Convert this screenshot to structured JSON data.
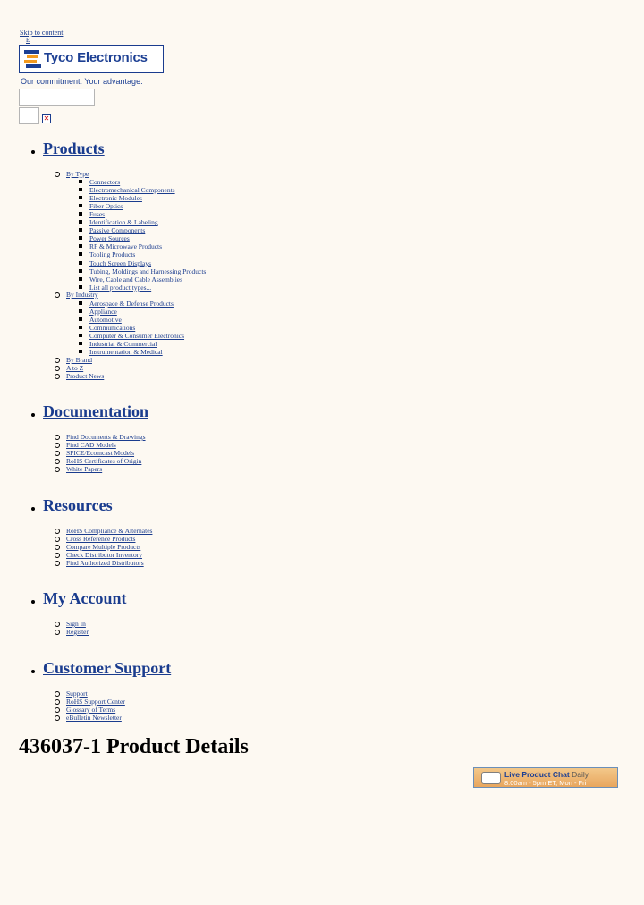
{
  "header": {
    "skip_link": "Skip to content",
    "tiny_link": "E",
    "logo_text": "Tyco Electronics",
    "tagline": "Our commitment. Your advantage.",
    "search_placeholder": "",
    "close_glyph": "✕"
  },
  "nav": {
    "products": {
      "title": "Products",
      "by_type": {
        "label": "By Type",
        "items": [
          "Connectors",
          "Electromechanical Components",
          "Electronic Modules",
          "Fiber Optics",
          "Fuses",
          "Identification & Labeling",
          "Passive Components",
          "Power Sources",
          "RF & Microwave Products",
          "Tooling Products",
          "Touch Screen Displays",
          "Tubing, Moldings and Harnessing Products",
          "Wire, Cable and Cable Assemblies",
          "List all product types..."
        ]
      },
      "by_industry": {
        "label": "By Industry",
        "items": [
          "Aerospace & Defense Products",
          "Appliance",
          "Automotive",
          "Communications",
          "Computer & Consumer Electronics",
          "Industrial & Commercial",
          "Instrumentation & Medical"
        ]
      },
      "extra": [
        "By Brand",
        "A to Z",
        "Product News"
      ]
    },
    "documentation": {
      "title": "Documentation",
      "items": [
        "Find Documents & Drawings",
        "Find CAD Models",
        "SPICE/Ecomcast Models",
        "RoHS Certificates of Origin",
        "White Papers"
      ]
    },
    "resources": {
      "title": "Resources",
      "items": [
        "RoHS Compliance & Alternates",
        "Cross Reference Products",
        "Compare Multiple Products",
        "Check Distributor Inventory",
        "Find Authorized Distributors"
      ]
    },
    "account": {
      "title": "My Account",
      "items": [
        "Sign In",
        "Register"
      ]
    },
    "support": {
      "title": "Customer Support",
      "items": [
        "Support",
        "RoHS Support Center",
        "Glossary of Terms",
        "eBulletin Newsletter"
      ]
    }
  },
  "main": {
    "title": "436037-1 Product Details",
    "chat": {
      "title": "Live Product Chat",
      "daily": "Daily",
      "hours": "8:00am - 5pm ET, Mon - Fri"
    }
  }
}
